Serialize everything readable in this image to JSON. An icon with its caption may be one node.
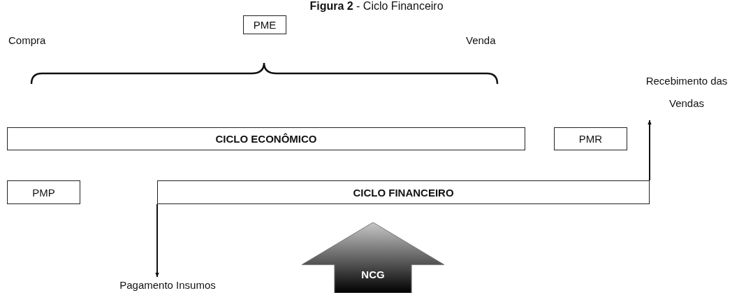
{
  "diagram": {
    "title": "**Figura 2** - Ciclo Financeiro",
    "nodes": [
      {
        "text": [
          "PME"
        ]
      },
      {
        "text": [
          "Recebimento das Vendas"
        ]
      },
      {
        "text": [
          "CICLO ECONÔMICO"
        ]
      },
      {
        "text": [
          "PMR"
        ]
      },
      {
        "text": [
          "PMP"
        ]
      },
      {
        "text": [
          "CICLO FINANCEIRO"
        ]
      },
      {
        "text": [
          "Pagamento Insumos"
        ]
      },
      {
        "text": [
          "NCG"
        ]
      }
    ],
    "edges": [
      {
        "from": 5,
        "to": 6,
        "arrow": "to"
      },
      {
        "from": 5,
        "to": 1,
        "arrow": "to"
      }
    ],
    "labels": [
      "Compra",
      "Venda"
    ]
  }
}
